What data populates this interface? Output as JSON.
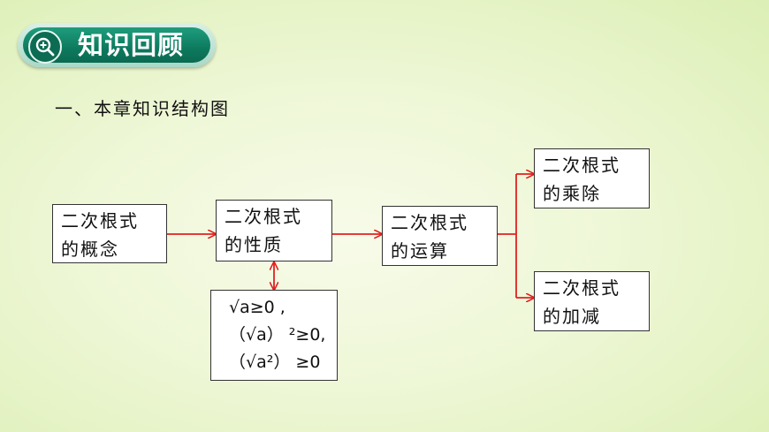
{
  "header": {
    "badge_label": "知识回顾"
  },
  "subtitle": "一、本章知识结构图",
  "boxes": {
    "concept": {
      "line1": "二次根式",
      "line2": "的概念"
    },
    "property": {
      "line1": "二次根式",
      "line2": "的性质"
    },
    "operation": {
      "line1": "二次根式",
      "line2": "的运算"
    },
    "multiply_divide": {
      "line1": "二次根式",
      "line2": "的乘除"
    },
    "add_subtract": {
      "line1": "二次根式",
      "line2": "的加减"
    },
    "property_formulas": {
      "line1": "√a≥0 ,",
      "line2": "（√a） ²≥0,",
      "line3": "（√a²） ≥0"
    }
  },
  "colors": {
    "arrow": "#e02020",
    "badge_fill": "#0d7a5e",
    "badge_ring": "#a9d8c7"
  },
  "icons": {
    "badge_icon": "magnifier-plus-icon"
  }
}
